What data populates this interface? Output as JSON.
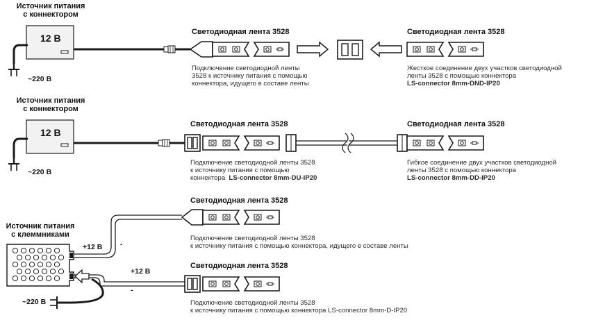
{
  "row1": {
    "psu_title_1": "Источник питания",
    "psu_title_2": "с коннектором",
    "psu_voltage": "12 В",
    "mains": "~220 В",
    "strip_a_title": "Светодиодная лента 3528",
    "strip_a_desc_1": "Подключение светодиодной ленты",
    "strip_a_desc_2": "3528 к источнику питания с помощью",
    "strip_a_desc_3": "коннектора, идущего в составе ленты",
    "strip_b_title": "Светодиодная лента 3528",
    "strip_b_desc_1": "Жесткое соединение двух участков светодиодной",
    "strip_b_desc_2": "ленты 3528 с помощью коннектора",
    "strip_b_desc_3": "LS-connector 8mm-DND-IP20"
  },
  "row2": {
    "psu_title_1": "Источник питания",
    "psu_title_2": "с коннектором",
    "psu_voltage": "12 В",
    "mains": "~220 В",
    "strip_a_title": "Светодиодная лента 3528",
    "strip_a_desc_1": "Подключение светодиодной ленты 3528",
    "strip_a_desc_2": "к источнику питания с помощью",
    "strip_a_desc_3_prefix": "коннектора",
    "strip_a_desc_3_model": "LS-connector 8mm-DU-IP20",
    "strip_b_title": "Светодиодная лента 3528",
    "strip_b_desc_1": "Гибкое соединение двух участков светодиодной",
    "strip_b_desc_2": "ленты 3528 с помощью коннектора",
    "strip_b_desc_3": "LS-connector 8mm-DD-IP20"
  },
  "row3": {
    "psu_title_1": "Источник питания",
    "psu_title_2": "с клеммниками",
    "plus_upper": "+12 В",
    "minus_upper": "-",
    "plus_lower": "+12 В",
    "minus_lower": "-",
    "mains": "~220 В",
    "strip_a_title": "Светодиодная лента 3528",
    "strip_a_desc_1": "Подключение светодиодной ленты 3528",
    "strip_a_desc_2": "к источнику питания с помощью коннектора, идущего в составе ленты",
    "strip_b_title": "Светодиодная лента 3528",
    "strip_b_desc_1": "Подключение светодиодной ленты 3528",
    "strip_b_desc_2": "к источнику питания с помощью коннектора  LS-connector 8mm-D-IP20"
  },
  "colors": {
    "ink": "#1a1a1a",
    "panel": "#f2f2f2"
  },
  "icons": [
    "power-supply-icon",
    "power-plug-icon",
    "led-strip-icon",
    "connector-icon",
    "arrow-right-icon",
    "arrow-left-icon",
    "terminal-block-icon",
    "wavy-break-icon"
  ]
}
